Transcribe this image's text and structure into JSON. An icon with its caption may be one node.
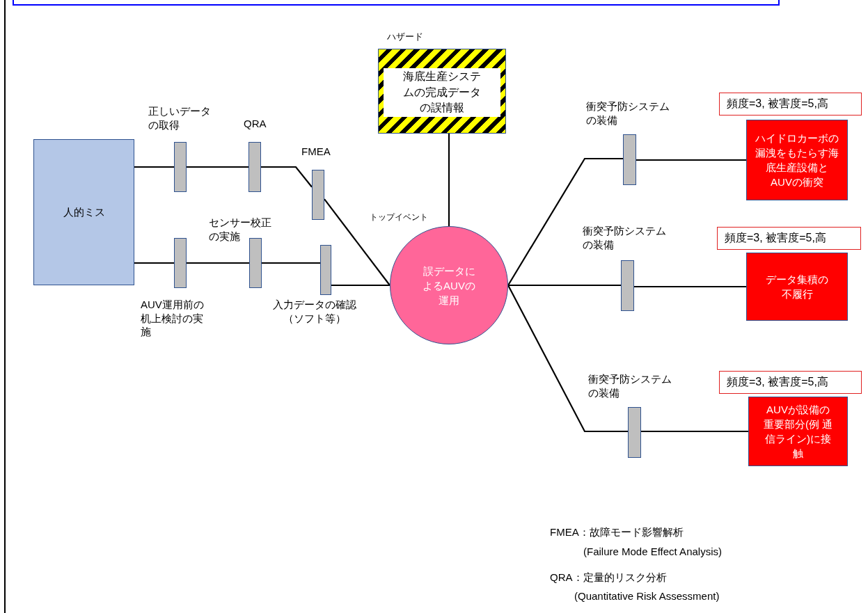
{
  "diagram": {
    "nodes": [
      {
        "text": [
          "人的ミス"
        ]
      },
      {
        "text": [],
        "shape": "bar",
        "beside": [
          "正しいデータの取得"
        ]
      },
      {
        "text": [],
        "shape": "bar",
        "beside": [
          "QRA"
        ]
      },
      {
        "text": [],
        "shape": "bar",
        "beside": [
          "FMEA"
        ]
      },
      {
        "text": [],
        "shape": "bar",
        "beside": [
          "AUV運用前の机上検討の実施"
        ]
      },
      {
        "text": [],
        "shape": "bar",
        "beside": [
          "センサー校正の実施"
        ]
      },
      {
        "text": [],
        "shape": "bar",
        "beside": [
          "入力データの確認（ソフト等）"
        ]
      },
      {
        "text": [
          "ハザード",
          "海底生産システムの完成データの誤情報"
        ]
      },
      {
        "text": [
          "トップイベント",
          "誤データによるAUVの運用"
        ]
      },
      {
        "text": [],
        "shape": "bar",
        "beside": [
          "衝突予防システムの装備"
        ]
      },
      {
        "text": [
          "頻度=3, 被害度=5,高"
        ]
      },
      {
        "text": [
          "ハイドロカーボの漏洩をもたらす海底生産設備とAUVの衝突"
        ]
      },
      {
        "text": [],
        "shape": "bar",
        "beside": [
          "衝突予防システムの装備"
        ]
      },
      {
        "text": [
          "頻度=3, 被害度=5,高"
        ]
      },
      {
        "text": [
          "データ集積の不履行"
        ]
      },
      {
        "text": [],
        "shape": "bar",
        "beside": [
          "衝突予防システムの装備"
        ]
      },
      {
        "text": [
          "頻度=3, 被害度=5,高"
        ]
      },
      {
        "text": [
          "AUVが設備の重要部分(例 通信ライン)に接触"
        ]
      }
    ],
    "edges": [
      {
        "from": 0,
        "to": 1,
        "arrow": "none"
      },
      {
        "from": 1,
        "to": 2,
        "arrow": "none"
      },
      {
        "from": 2,
        "to": 3,
        "arrow": "none"
      },
      {
        "from": 3,
        "to": 8,
        "arrow": "none"
      },
      {
        "from": 0,
        "to": 4,
        "arrow": "none"
      },
      {
        "from": 4,
        "to": 5,
        "arrow": "none"
      },
      {
        "from": 5,
        "to": 6,
        "arrow": "none"
      },
      {
        "from": 6,
        "to": 8,
        "arrow": "none"
      },
      {
        "from": 7,
        "to": 8,
        "arrow": "none"
      },
      {
        "from": 8,
        "to": 9,
        "arrow": "none"
      },
      {
        "from": 9,
        "to": 11,
        "arrow": "none"
      },
      {
        "from": 8,
        "to": 12,
        "arrow": "none"
      },
      {
        "from": 12,
        "to": 14,
        "arrow": "none"
      },
      {
        "from": 8,
        "to": 15,
        "arrow": "none"
      },
      {
        "from": 15,
        "to": 17,
        "arrow": "none"
      }
    ],
    "labels": [
      "FMEA：故障モード影響解析",
      "(Failure Mode Effect Analysis)",
      "QRA：定量的リスク分析",
      "(Quantitative Risk Assessment)"
    ]
  }
}
